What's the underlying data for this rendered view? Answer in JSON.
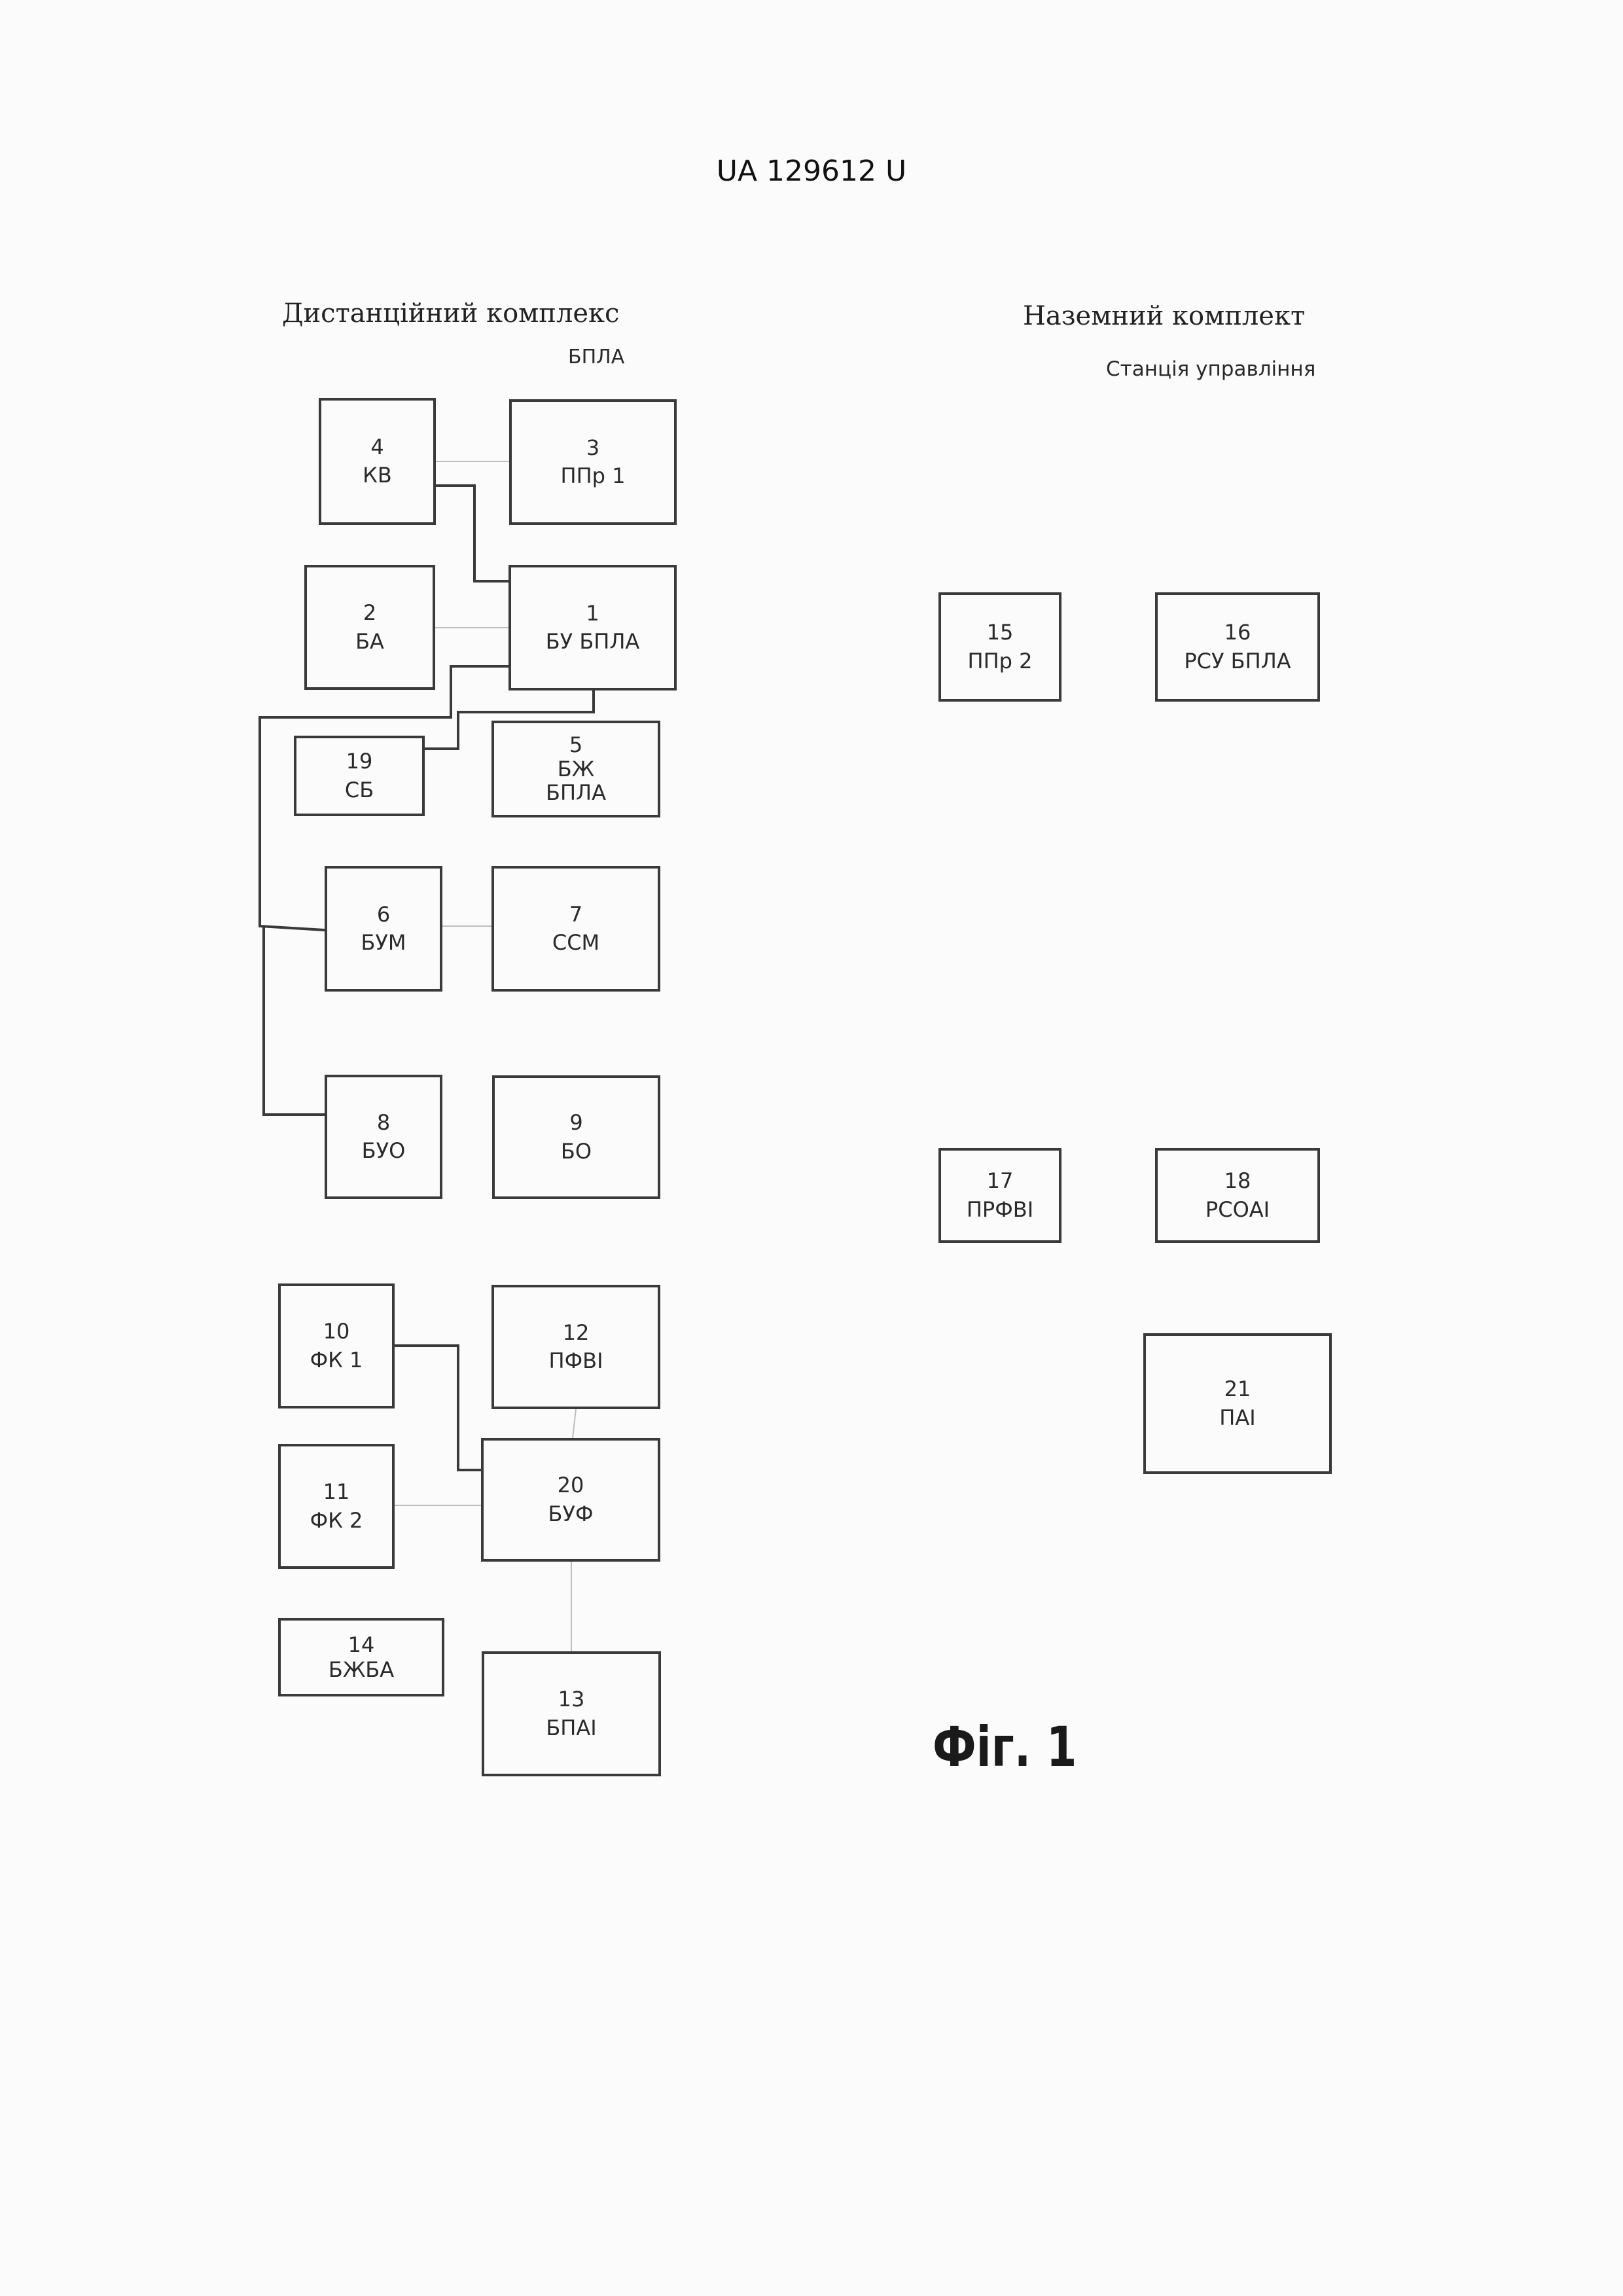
{
  "header": {
    "doc_number": "UA   129612   U"
  },
  "labels": {
    "remote_complex": "Дистанційний комплекс",
    "uav": "БПЛА",
    "ground_complex": "Наземний комплект",
    "control_station": "Станція управління"
  },
  "figure_caption": "Фіг. 1",
  "blocks": [
    {
      "num": "4",
      "name": "КВ"
    },
    {
      "num": "3",
      "name": "ППр 1"
    },
    {
      "num": "2",
      "name": "БА"
    },
    {
      "num": "1",
      "name": "БУ БПЛА"
    },
    {
      "num": "19",
      "name": "СБ"
    },
    {
      "num": "5",
      "name": "БЖ БПЛА"
    },
    {
      "num": "6",
      "name": "БУМ"
    },
    {
      "num": "7",
      "name": "ССМ"
    },
    {
      "num": "8",
      "name": "БУО"
    },
    {
      "num": "9",
      "name": "БО"
    },
    {
      "num": "10",
      "name": "ФК 1"
    },
    {
      "num": "12",
      "name": "ПФВІ"
    },
    {
      "num": "11",
      "name": "ФК 2"
    },
    {
      "num": "20",
      "name": "БУФ"
    },
    {
      "num": "14",
      "name": "БЖБА"
    },
    {
      "num": "13",
      "name": "БПАІ"
    },
    {
      "num": "15",
      "name": "ППр 2"
    },
    {
      "num": "16",
      "name": "РСУ БПЛА"
    },
    {
      "num": "17",
      "name": "ПРФВІ"
    },
    {
      "num": "18",
      "name": "РСОАІ"
    },
    {
      "num": "21",
      "name": "ПАІ"
    }
  ]
}
